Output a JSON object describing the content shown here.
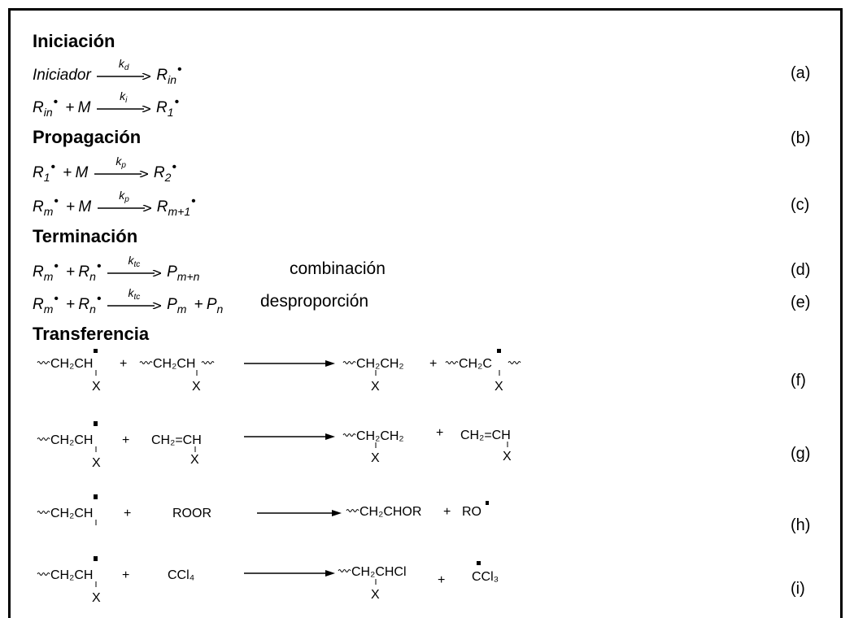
{
  "sections": {
    "initiation": "Iniciación",
    "propagation": "Propagación",
    "termination": "Terminación",
    "transfer": "Transferencia"
  },
  "eq_init1": {
    "lhs": "Iniciador",
    "k": "k",
    "k_sub": "d",
    "r": "R",
    "r_sub": "in"
  },
  "eq_init2": {
    "r1": "R",
    "r1_sub": "in",
    "plus": "+",
    "m": "M",
    "k": "k",
    "k_sub": "i",
    "r2": "R",
    "r2_sub": "1"
  },
  "eq_prop1": {
    "r1": "R",
    "r1_sub": "1",
    "plus": "+",
    "m": "M",
    "k": "k",
    "k_sub": "p",
    "r2": "R",
    "r2_sub": "2"
  },
  "eq_prop2": {
    "r1": "R",
    "r1_sub": "m",
    "plus": "+",
    "m": "M",
    "k": "k",
    "k_sub": "p",
    "r2": "R",
    "r2_sub": "m+1"
  },
  "eq_term1": {
    "r1": "R",
    "r1_sub": "m",
    "plus": "+",
    "r2": "R",
    "r2_sub": "n",
    "k": "k",
    "k_sub": "tc",
    "p": "P",
    "p_sub": "m+n",
    "note": "combinación"
  },
  "eq_term2": {
    "r1": "R",
    "r1_sub": "m",
    "plus": "+",
    "r2": "R",
    "r2_sub": "n",
    "k": "k",
    "k_sub": "tc",
    "p1": "P",
    "p1_sub": "m",
    "plus2": "+",
    "p2": "P",
    "p2_sub": "n",
    "note": "desproporción"
  },
  "labels": [
    "(a)",
    "(b)",
    "(c)",
    "(d)",
    "(e)",
    "(f)",
    "(g)",
    "(h)",
    "(i)"
  ],
  "transfer_rows": [
    {
      "r1": "CH₂CH",
      "plus1": "+",
      "r2": "CH₂CH",
      "p1": "CH₂CH₂",
      "plus2": "+",
      "p2": "CH₂C",
      "sub": "X"
    },
    {
      "r1": "CH₂CH",
      "plus1": "+",
      "r2": "CH₂=CH",
      "p1": "CH₂CH₂",
      "plus2": "+",
      "p2": "CH₂=CH",
      "sub": "X"
    },
    {
      "r1": "CH₂CH",
      "plus1": "+",
      "r2": "ROOR",
      "p1": "CH₂CHOR",
      "plus2": "+",
      "p2": "RO"
    },
    {
      "r1": "CH₂CH",
      "plus1": "+",
      "r2": "CCl₄",
      "p1": "CH₂CHCl",
      "plus2": "+",
      "p2": "CCl₃",
      "sub": "X"
    }
  ]
}
